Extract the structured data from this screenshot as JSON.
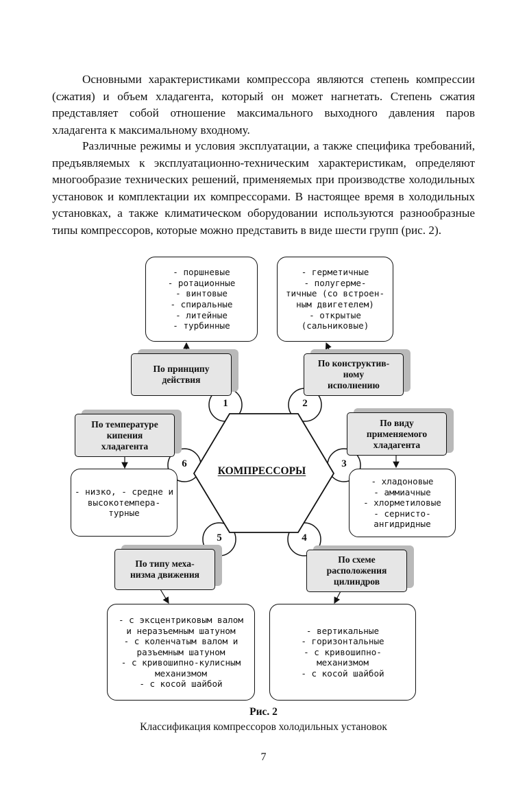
{
  "paragraphs": [
    "Основными характеристиками компрессора являются степень компрессии (сжатия) и объем хладагента, который он может нагнетать. Степень сжатия представляет собой отношение максимального выходного давления паров хладагента к максимальному входному.",
    "Различные режимы и условия эксплуатации, а также специфика требований, предъявляемых к эксплуатационно-техническим характеристикам, определяют многообразие технических решений, применяемых при производстве холодильных установок и комплектации их компрессорами. В настоящее время в холодильных установках, а также климатическом оборудовании используются разнообразные типы компрессоров, которые можно представить в виде шести групп (рис. 2)."
  ],
  "diagram": {
    "center": "КОМПРЕССОРЫ",
    "numbers": [
      "1",
      "2",
      "3",
      "4",
      "5",
      "6"
    ],
    "categories": {
      "c1": [
        "По принципу",
        "действия"
      ],
      "c2": [
        "По конструктив-",
        "ному",
        "исполнению"
      ],
      "c3": [
        "По виду",
        "применяемого",
        "хладагента"
      ],
      "c4": [
        "По схеме",
        "расположения",
        "цилиндров"
      ],
      "c5": [
        "По типу меха-",
        "низма движения"
      ],
      "c6": [
        "По температуре",
        "кипения",
        "хладагента"
      ]
    },
    "details": {
      "d1": [
        "- поршневые",
        "- ротационные",
        "- винтовые",
        "- спиральные",
        "- литейные",
        "- турбинные"
      ],
      "d2": [
        "- герметичные",
        "- полугерме-",
        "тичные (со встроен-",
        "ным двигетелем)",
        "- открытые",
        "(сальниковые)"
      ],
      "d3": [
        "- хладоновые",
        "- аммиачные",
        "- хлорметиловые",
        "- сернисто-",
        "ангидридные"
      ],
      "d4": [
        "- вертикальные",
        "- горизонтальные",
        "- с кривошипно-",
        "механизмом",
        "- с косой шайбой"
      ],
      "d5": [
        "- с эксцентриковым валом",
        "и неразъемным шатуном",
        "- с коленчатым валом и",
        "разъемным шатуном",
        "- с кривошипно-кулисным",
        "механизмом",
        "- с косой шайбой"
      ],
      "d6": [
        "- низко, - средне и",
        "высокотемпера-",
        "турные"
      ]
    }
  },
  "caption": {
    "title": "Рис. 2",
    "text": "Классификация компрессоров холодильных установок"
  },
  "page_number": "7"
}
